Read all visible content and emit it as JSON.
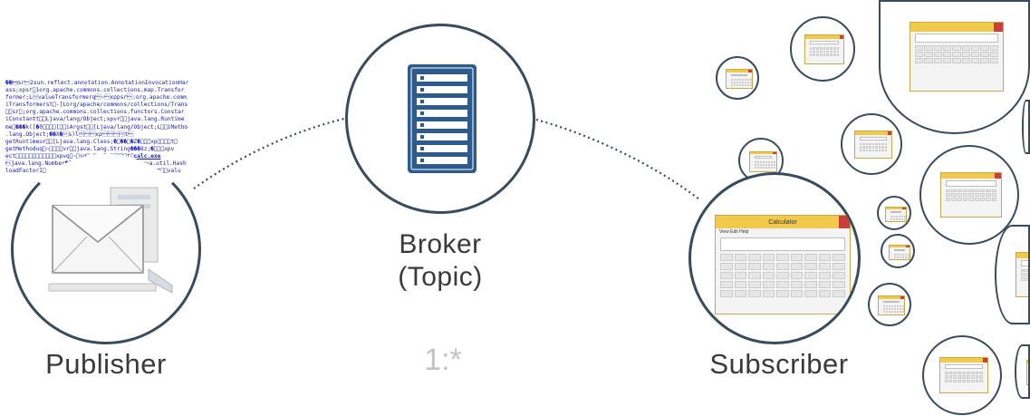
{
  "publisher": {
    "label": "Publisher",
    "payload_lines": [
      "��\u0005sr\u00002sun.reflect.annotation.AnnotationInvocationHar",
      "ass;xpsr\u00001org.apache.commons.collections.map.Transfor",
      "former;L\u000evalueTransformerq\u0000~\u0000xppsr\u0000:org.apache.comm",
      "iTransformerst\u0000-[Lorg/apache/commons/collections/Trans",
      "\u0000\u0000sr\u0000;org.apache.commons.collections.functors.Constar",
      "iConstantt\u0000\u0012Ljava/lang/Object;xpvr\u0000\u0011java.lang.Runtime",
      "me\u0000���k([�0\u0000\u0000\u0000\u0003[\u0000\u0000iArgst\u0000\u0013[Ljava/lang/Object;L\u0000\u000biMetho",
      ".lang.Object;��X�\u001fs)l\u0002\u0000\u0000xp\u0000\u0000\u0000\u0002t\u0000",
      "getRuntimeur\u0000\u0012[Ljava.lang.Class;�\u0016��\u0012�Z�\u0002\u0000\u0000xp\u0000\u0000\u0000\u0000t\u0000",
      "getMethoduq\u0000~\u0000\u0000\u0000\u0000vr\u0000\u0010java.lang.String���8z;�\u0002\u0000\u0000xpv",
      "ect\u0000\u0000\u0000\u0000\u0000\u0000\u0000\u0000\u0000\u0000\u0000\u0000xpvq\u0000~\u0000sq\u0000~\u0000uq\u0000~\u0000\u0000\u0000\u0000\u0000t\u0000",
      "\u0011java.lang.Number���\u0002\u0000\u0000xp\u0000\u0000\u0000\u0000sr\u0000\u0011java.util.Hash",
      "loadFactorI\u0000      thresholdxp?@\u0000\u0000\u0000\u0000\u0000 w\u0000\u0000\u0000\u0000\u0000\u0000\u0000t\u0000\u0005valu"
    ],
    "payload_highlight": "calc.exe"
  },
  "broker": {
    "label_line1": "Broker",
    "label_line2": "(Topic)"
  },
  "ratio": "1:*",
  "subscriber": {
    "label": "Subscriber",
    "calculator_title": "Calculator",
    "calculator_menu": "View  Edit  Help"
  },
  "colors": {
    "outline": "#3a4b5c",
    "server_blue": "#2e5b8e",
    "titlebar_yellow": "#f1c94b",
    "close_red": "#c9403a",
    "payload_text": "#1a1aa6",
    "ratio_grey": "#c4c4c4"
  },
  "icons": {
    "publisher": "envelope-icon",
    "broker": "server-rack-icon",
    "subscriber": "calculator-window-icon"
  }
}
